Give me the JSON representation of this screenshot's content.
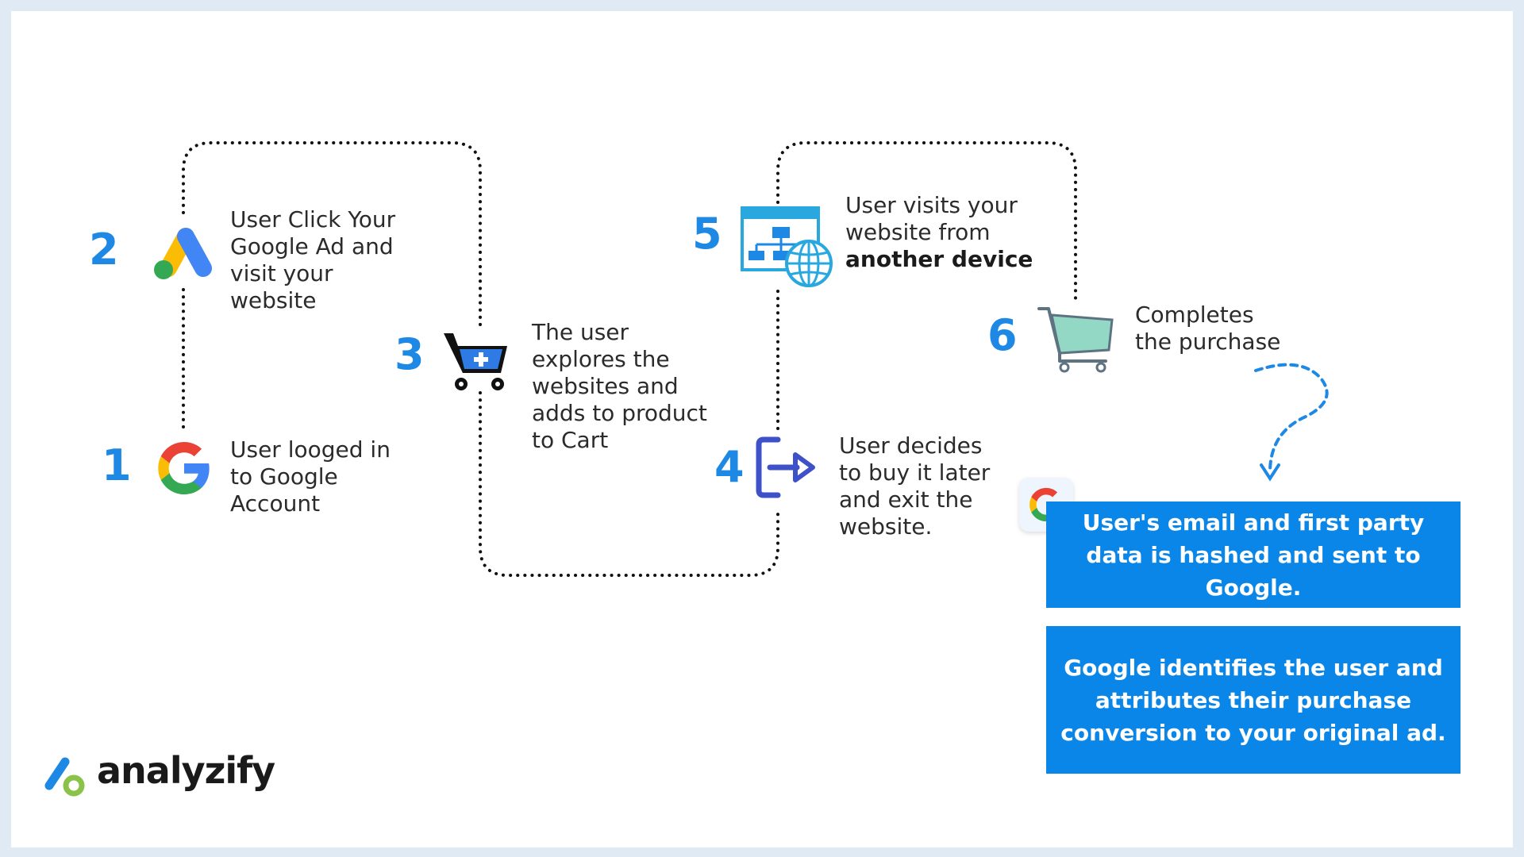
{
  "steps": [
    {
      "number": "1",
      "text": "User looged in to Google Account",
      "icon": "google-g-icon"
    },
    {
      "number": "2",
      "text": "User Click Your Google Ad and visit your website",
      "icon": "google-ads-icon"
    },
    {
      "number": "3",
      "text": "The user explores the websites and adds to product to Cart",
      "icon": "cart-add-icon"
    },
    {
      "number": "4",
      "text": "User decides to buy it later and exit the website.",
      "icon": "exit-icon"
    },
    {
      "number": "5",
      "text_prefix": "User visits your website from",
      "text_bold": "another device",
      "icon": "sitemap-globe-icon"
    },
    {
      "number": "6",
      "text": "Completes the purchase",
      "icon": "shopping-cart-icon"
    }
  ],
  "boxes": {
    "hashed": "User's email and first party data is hashed and sent to Google.",
    "attribution": "Google identifies the user and attributes their purchase conversion to your original ad."
  },
  "brand": {
    "name": "analyzify",
    "colors": {
      "blue": "#1e88e5",
      "green": "#8bc34a"
    }
  },
  "colors": {
    "accent": "#1e88e5",
    "box_bg": "#0a86e8",
    "page_bg": "#dfeaf4",
    "google_blue": "#4285f4",
    "google_red": "#ea4335",
    "google_yellow": "#fbbc05",
    "google_green": "#34a853"
  }
}
